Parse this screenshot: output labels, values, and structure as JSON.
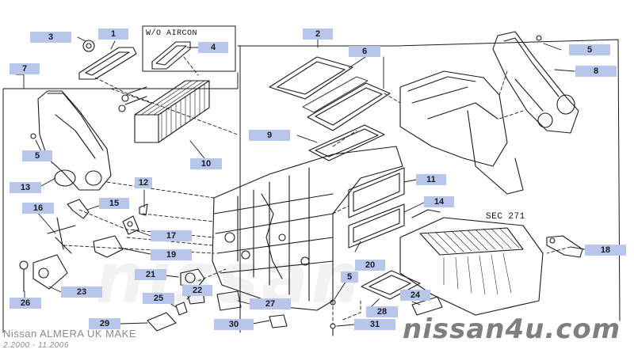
{
  "diagram": {
    "boxed_inset_label": "W/O AIRCON",
    "reference_label": "SEC 271",
    "caption_model": "Nissan ALMERA UK MAKE",
    "caption_dates": "2.2000 - 11.2006",
    "watermark": "nissan4u.com",
    "callout_color": "#b9c6ec",
    "callouts": [
      "1",
      "2",
      "3",
      "4",
      "5",
      "5",
      "5",
      "6",
      "7",
      "8",
      "9",
      "10",
      "11",
      "12",
      "13",
      "14",
      "15",
      "16",
      "17",
      "18",
      "19",
      "20",
      "21",
      "22",
      "23",
      "24",
      "25",
      "26",
      "27",
      "28",
      "29",
      "30",
      "31"
    ]
  }
}
